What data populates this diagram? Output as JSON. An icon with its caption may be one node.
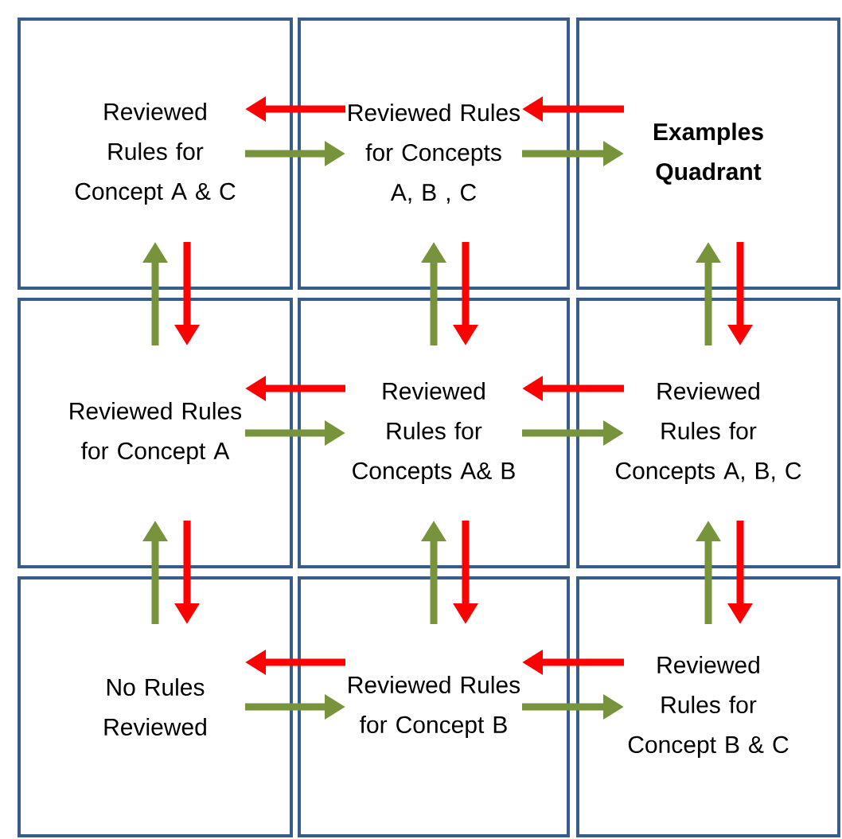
{
  "diagram": {
    "nodes": [
      {
        "text": [
          "Reviewed Rules for Concept A & C"
        ]
      },
      {
        "text": [
          "Reviewed Rules for Concepts A, B , C"
        ]
      },
      {
        "text": [
          "Examples Quadrant"
        ]
      },
      {
        "text": [
          "Reviewed Rules for Concept A"
        ]
      },
      {
        "text": [
          "Reviewed Rules for Concepts A& B"
        ]
      },
      {
        "text": [
          "Reviewed Rules for Concepts A, B, C"
        ]
      },
      {
        "text": [
          "No Rules Reviewed"
        ]
      },
      {
        "text": [
          "Reviewed Rules for Concept B"
        ]
      },
      {
        "text": [
          "Reviewed Rules for Concept B & C"
        ]
      }
    ],
    "edges": [
      {
        "from": 1,
        "to": 0,
        "arrow": "to",
        "color": "#ff0000"
      },
      {
        "from": 0,
        "to": 1,
        "arrow": "to",
        "color": "#77933c"
      },
      {
        "from": 2,
        "to": 1,
        "arrow": "to",
        "color": "#ff0000"
      },
      {
        "from": 1,
        "to": 2,
        "arrow": "to",
        "color": "#77933c"
      },
      {
        "from": 3,
        "to": 0,
        "arrow": "to",
        "color": "#77933c"
      },
      {
        "from": 0,
        "to": 3,
        "arrow": "to",
        "color": "#ff0000"
      },
      {
        "from": 4,
        "to": 1,
        "arrow": "to",
        "color": "#77933c"
      },
      {
        "from": 1,
        "to": 4,
        "arrow": "to",
        "color": "#ff0000"
      },
      {
        "from": 5,
        "to": 2,
        "arrow": "to",
        "color": "#77933c"
      },
      {
        "from": 2,
        "to": 5,
        "arrow": "to",
        "color": "#ff0000"
      },
      {
        "from": 4,
        "to": 3,
        "arrow": "to",
        "color": "#ff0000"
      },
      {
        "from": 3,
        "to": 4,
        "arrow": "to",
        "color": "#77933c"
      },
      {
        "from": 5,
        "to": 4,
        "arrow": "to",
        "color": "#ff0000"
      },
      {
        "from": 4,
        "to": 5,
        "arrow": "to",
        "color": "#77933c"
      },
      {
        "from": 6,
        "to": 3,
        "arrow": "to",
        "color": "#77933c"
      },
      {
        "from": 3,
        "to": 6,
        "arrow": "to",
        "color": "#ff0000"
      },
      {
        "from": 7,
        "to": 4,
        "arrow": "to",
        "color": "#77933c"
      },
      {
        "from": 4,
        "to": 7,
        "arrow": "to",
        "color": "#ff0000"
      },
      {
        "from": 8,
        "to": 5,
        "arrow": "to",
        "color": "#77933c"
      },
      {
        "from": 5,
        "to": 8,
        "arrow": "to",
        "color": "#ff0000"
      },
      {
        "from": 7,
        "to": 6,
        "arrow": "to",
        "color": "#ff0000"
      },
      {
        "from": 6,
        "to": 7,
        "arrow": "to",
        "color": "#77933c"
      },
      {
        "from": 8,
        "to": 7,
        "arrow": "to",
        "color": "#ff0000"
      },
      {
        "from": 7,
        "to": 8,
        "arrow": "to",
        "color": "#77933c"
      }
    ]
  }
}
